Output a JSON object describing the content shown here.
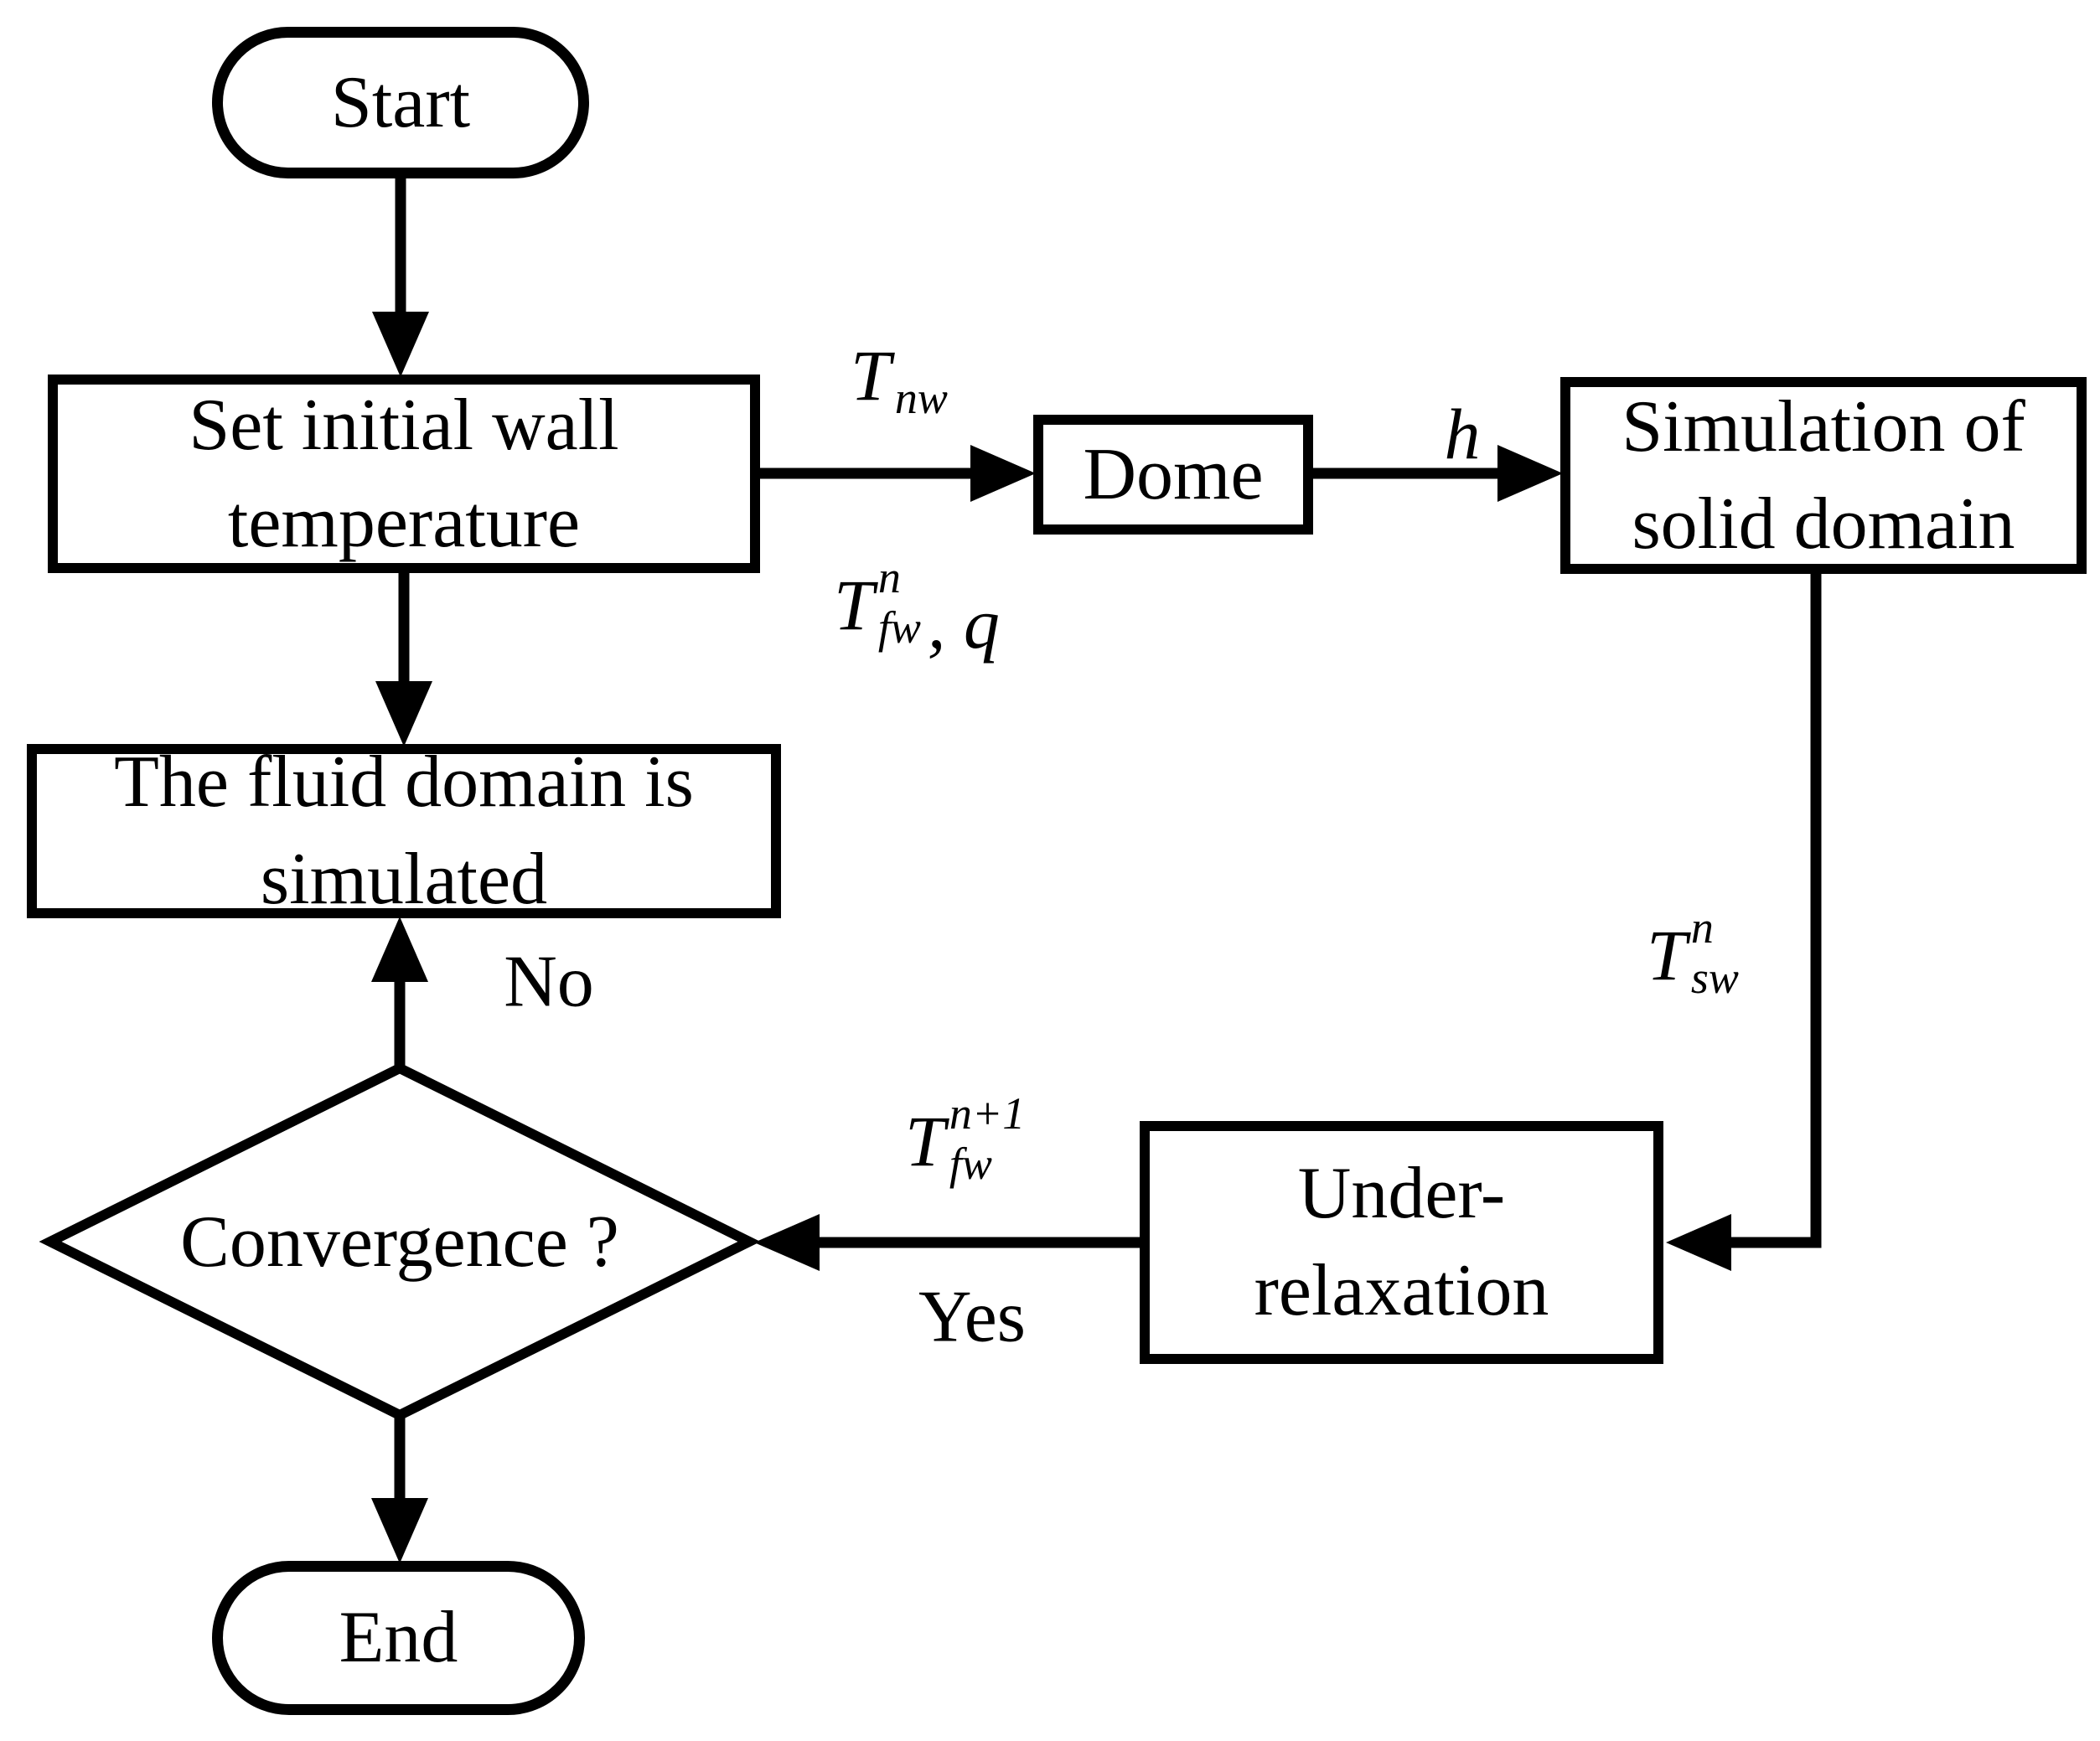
{
  "colors": {
    "ink": "#000000",
    "paper": "#ffffff"
  },
  "nodes": {
    "start": {
      "label": "Start",
      "type": "terminator"
    },
    "set_initial": {
      "line1": "Set initial wall",
      "line2": "temperature",
      "type": "process"
    },
    "dome": {
      "label": "Dome",
      "type": "process"
    },
    "solid_sim": {
      "line1": "Simulation of",
      "line2": "solid domain",
      "type": "process"
    },
    "fluid_sim": {
      "line1": "The fluid domain is",
      "line2": "simulated",
      "type": "process"
    },
    "under_relax": {
      "line1": "Under-",
      "line2": "relaxation",
      "type": "process"
    },
    "convergence": {
      "label": "Convergence ?",
      "type": "decision"
    },
    "end": {
      "label": "End",
      "type": "terminator"
    }
  },
  "edge_labels": {
    "t_nw": {
      "base": "T",
      "sup": "",
      "sub": "nw",
      "suffix": ""
    },
    "t_fw_n_q": {
      "base": "T",
      "sup": "n",
      "sub": "fw",
      "suffix": ", q"
    },
    "h_coeff": {
      "base": "h"
    },
    "t_sw_n": {
      "base": "T",
      "sup": "n",
      "sub": "sw",
      "suffix": ""
    },
    "t_fw_n_plus_1": {
      "base": "T",
      "sup": "n+1",
      "sub": "fw",
      "suffix": ""
    },
    "yes": "Yes",
    "no": "No"
  }
}
